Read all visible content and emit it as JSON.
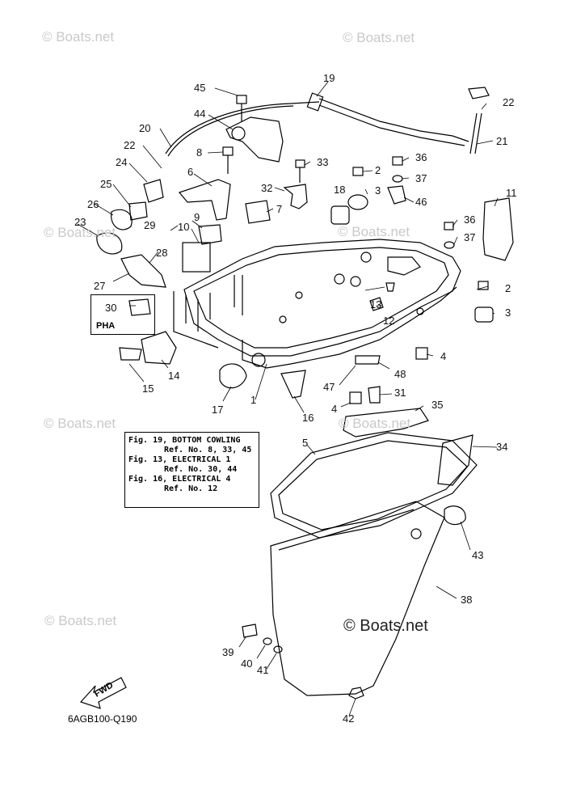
{
  "watermarks": {
    "small": "© Boats.net",
    "large": "© Boats.net"
  },
  "callouts": [
    "1",
    "2",
    "3",
    "4",
    "5",
    "6",
    "7",
    "8",
    "9",
    "10",
    "11",
    "12",
    "13",
    "14",
    "15",
    "16",
    "17",
    "18",
    "19",
    "20",
    "21",
    "22",
    "23",
    "24",
    "25",
    "26",
    "27",
    "28",
    "29",
    "30",
    "31",
    "32",
    "33",
    "34",
    "35",
    "36",
    "37",
    "38",
    "39",
    "40",
    "41",
    "42",
    "43",
    "44",
    "45",
    "46",
    "47",
    "48"
  ],
  "reference_box": {
    "line1": "Fig. 19, BOTTOM COWLING",
    "line2": "Ref. No. 8, 33, 45",
    "line3": "Fig. 13, ELECTRICAL 1",
    "line4": "Ref. No. 30, 44",
    "line5": "Fig. 16, ELECTRICAL 4",
    "line6": "Ref. No. 12"
  },
  "pha_label": "PHA",
  "fwd_label": "FWD",
  "diagram_code": "6AGB100-Q190"
}
